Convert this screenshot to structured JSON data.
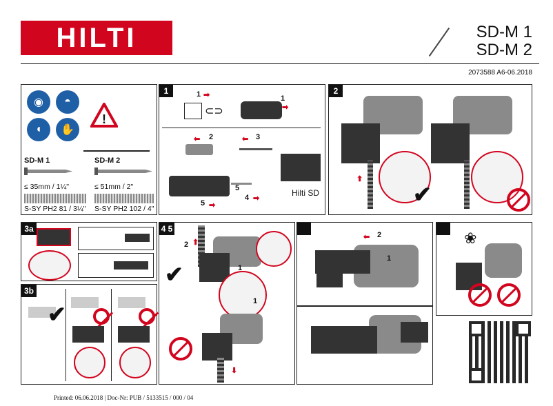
{
  "header": {
    "brand": "HILTI",
    "model_line1": "SD-M 1",
    "model_line2": "SD-M 2",
    "doc_number": "2073588 A6-06.2018"
  },
  "safety": {
    "icons": [
      "eye-protection-icon",
      "hard-hat-icon",
      "ear-protection-icon",
      "gloves-icon",
      "warning-triangle-icon"
    ],
    "sdm1_title": "SD-M 1",
    "sdm2_title": "SD-M 2",
    "sdm1_length": "≤ 35mm / 1¼\"",
    "sdm2_length": "≤ 51mm / 2\"",
    "sdm1_screw": "S-SY PH2 81 / 3¼\"",
    "sdm2_screw": "S-SY PH2 102 / 4\""
  },
  "panel1": {
    "tag": "1",
    "steps": [
      "1",
      "1",
      "2",
      "3",
      "5",
      "4",
      "5"
    ],
    "tool_label": "Hilti SD"
  },
  "panel2": {
    "tag": "2"
  },
  "panel3a": {
    "tag": "3a"
  },
  "panel3b": {
    "tag": "3b"
  },
  "panel4": {
    "tag": "4 5",
    "steps": [
      "2",
      "1",
      "1"
    ]
  },
  "panel5": {
    "tag": "",
    "steps": [
      "2",
      "1"
    ]
  },
  "panel6": {
    "tag": ""
  },
  "footer": {
    "printed": "Printed: 06.06.2018 | Doc-Nr: PUB / 5133515 / 000 / 04"
  },
  "colors": {
    "brand_red": "#d2051e",
    "safety_blue": "#1f5fa6"
  }
}
